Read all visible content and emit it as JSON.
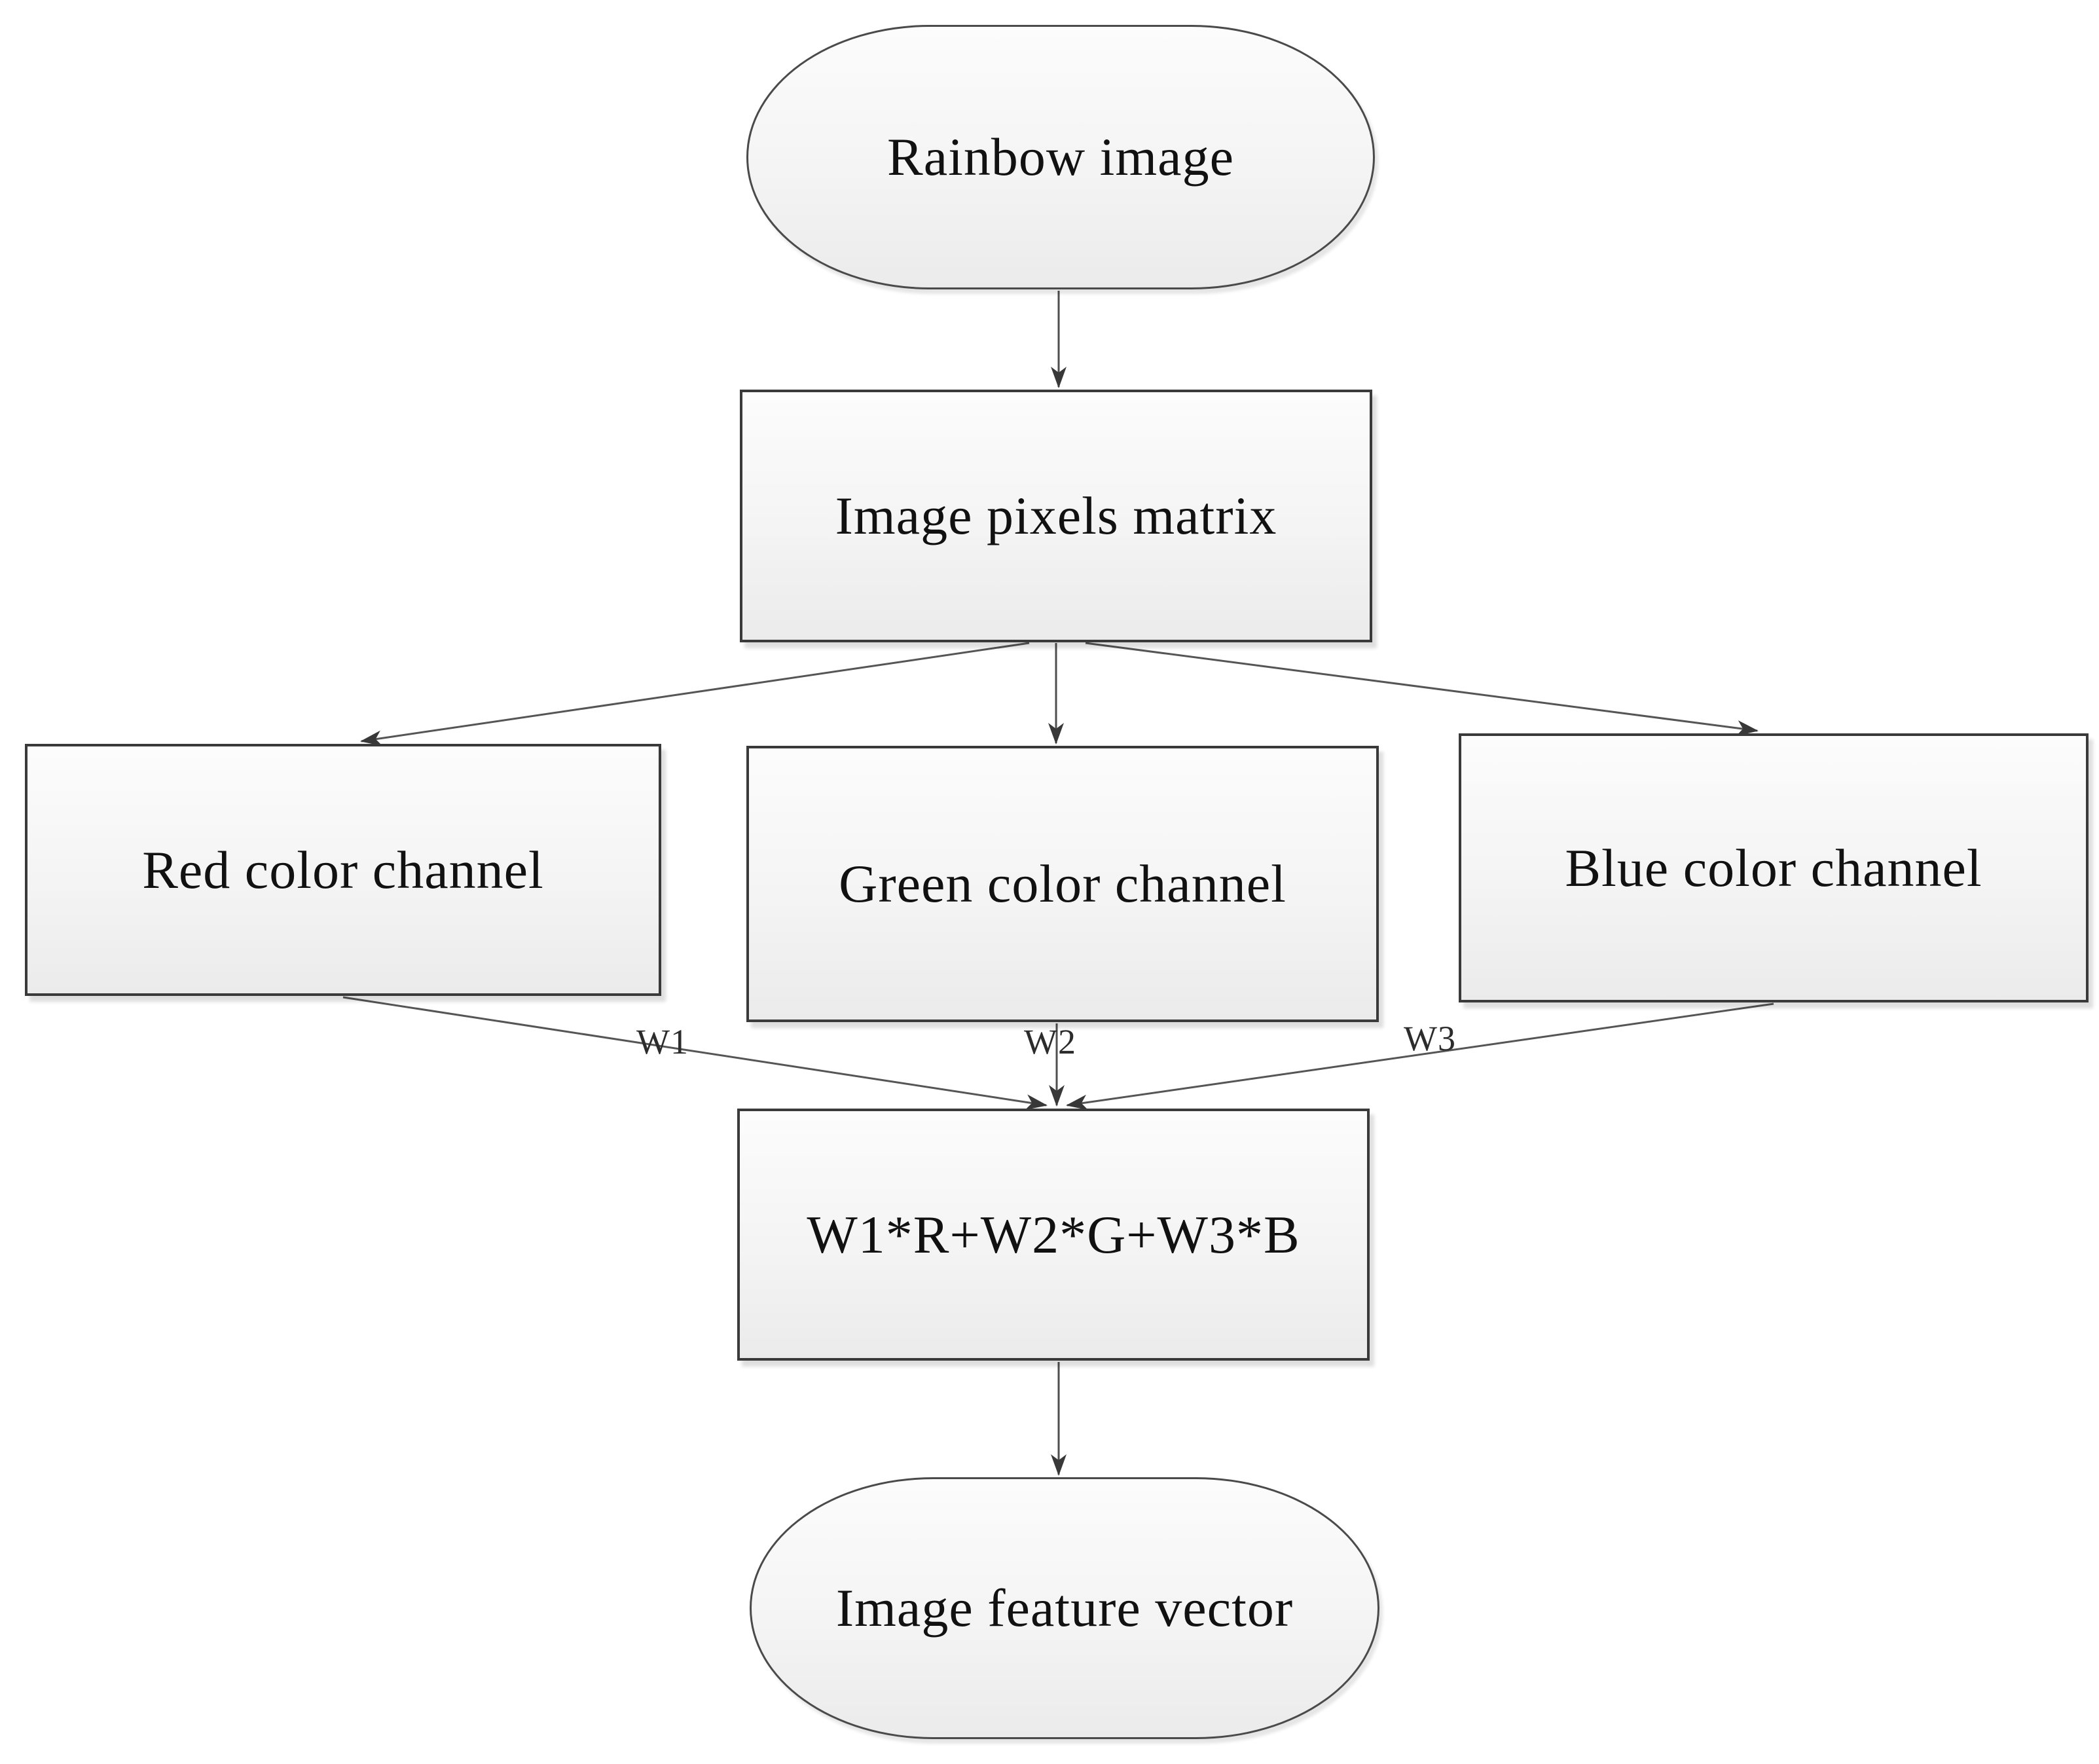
{
  "nodes": {
    "rainbow_image": {
      "label": "Rainbow image",
      "shape": "terminator"
    },
    "image_pixels_matrix": {
      "label": "Image pixels matrix",
      "shape": "process"
    },
    "red_channel": {
      "label": "Red color channel",
      "shape": "process"
    },
    "green_channel": {
      "label": "Green color channel",
      "shape": "process"
    },
    "blue_channel": {
      "label": "Blue color channel",
      "shape": "process"
    },
    "weighted_sum": {
      "label": "W1*R+W2*G+W3*B",
      "shape": "process"
    },
    "image_feature_vector": {
      "label": "Image feature vector",
      "shape": "terminator"
    }
  },
  "edges": [
    {
      "from": "rainbow_image",
      "to": "image_pixels_matrix",
      "label": ""
    },
    {
      "from": "image_pixels_matrix",
      "to": "red_channel",
      "label": ""
    },
    {
      "from": "image_pixels_matrix",
      "to": "green_channel",
      "label": ""
    },
    {
      "from": "image_pixels_matrix",
      "to": "blue_channel",
      "label": ""
    },
    {
      "from": "red_channel",
      "to": "weighted_sum",
      "label": "W1"
    },
    {
      "from": "green_channel",
      "to": "weighted_sum",
      "label": "W2"
    },
    {
      "from": "blue_channel",
      "to": "weighted_sum",
      "label": "W3"
    },
    {
      "from": "weighted_sum",
      "to": "image_feature_vector",
      "label": ""
    }
  ],
  "colors": {
    "background": "#ffffff",
    "node_border": "#3a3a3a",
    "node_fill_top": "#fcfcfc",
    "node_fill_bottom": "#ebebeb",
    "connector": "#4f4f4f",
    "arrowhead": "#383838",
    "text": "#111111"
  }
}
